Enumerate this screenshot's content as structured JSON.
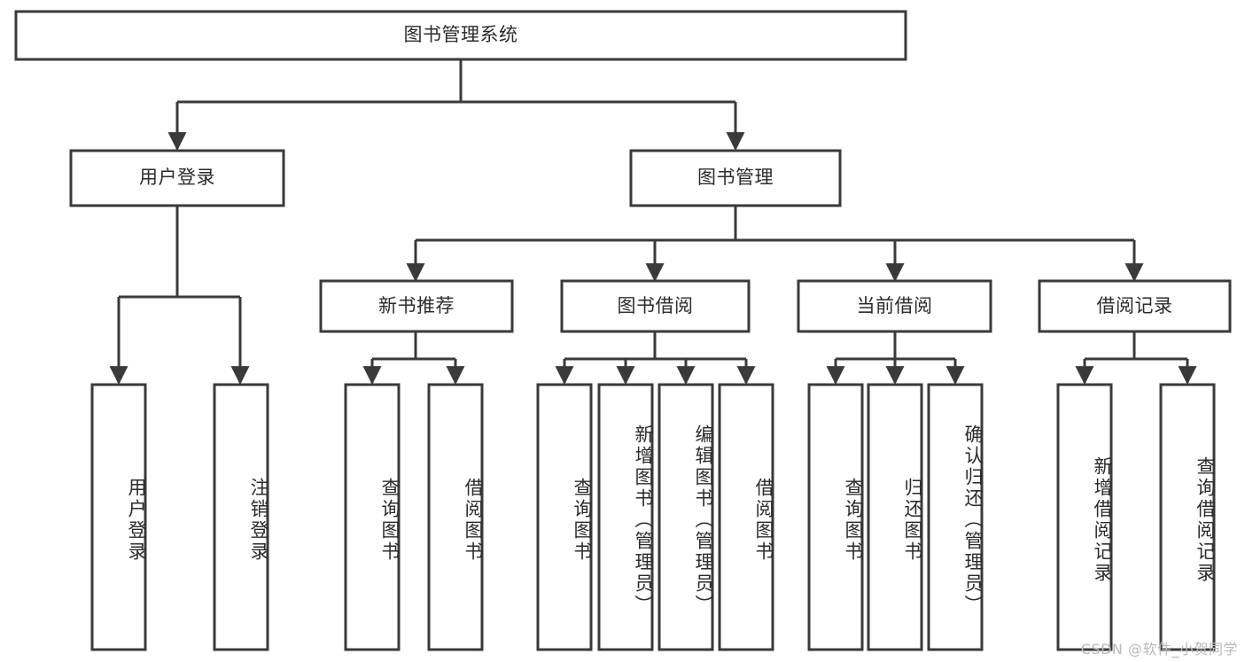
{
  "diagram": {
    "type": "tree",
    "title": "图书管理系统",
    "colors": {
      "box_stroke": "#3a3a3a",
      "box_fill": "#ffffff",
      "connector": "#3a3a3a",
      "text": "#2b2b2b",
      "watermark": "#b9b9b9",
      "background": "#ffffff"
    },
    "root": {
      "label": "图书管理系统",
      "orientation": "horizontal"
    },
    "level2": [
      {
        "label": "用户登录",
        "orientation": "horizontal"
      },
      {
        "label": "图书管理",
        "orientation": "horizontal"
      }
    ],
    "level3": [
      {
        "label": "新书推荐",
        "orientation": "horizontal"
      },
      {
        "label": "图书借阅",
        "orientation": "horizontal"
      },
      {
        "label": "当前借阅",
        "orientation": "horizontal"
      },
      {
        "label": "借阅记录",
        "orientation": "horizontal"
      }
    ],
    "leaves": {
      "user_login": [
        {
          "label": "用户登录",
          "orientation": "vertical"
        },
        {
          "label": "注销登录",
          "orientation": "vertical"
        }
      ],
      "new_book_recommend": [
        {
          "label": "查询图书",
          "orientation": "vertical"
        },
        {
          "label": "借阅图书",
          "orientation": "vertical"
        }
      ],
      "book_borrow": [
        {
          "label": "查询图书",
          "orientation": "vertical"
        },
        {
          "label": "新增图书（管理员）",
          "orientation": "vertical"
        },
        {
          "label": "编辑图书（管理员）",
          "orientation": "vertical"
        },
        {
          "label": "借阅图书",
          "orientation": "vertical"
        }
      ],
      "current_borrow": [
        {
          "label": "查询图书",
          "orientation": "vertical"
        },
        {
          "label": "归还图书",
          "orientation": "vertical"
        },
        {
          "label": "确认归还（管理员）",
          "orientation": "vertical"
        }
      ],
      "borrow_record": [
        {
          "label": "新增借阅记录",
          "orientation": "vertical"
        },
        {
          "label": "查询借阅记录",
          "orientation": "vertical"
        }
      ]
    }
  },
  "watermark": {
    "text": "CSDN @软件_小贺同学"
  }
}
